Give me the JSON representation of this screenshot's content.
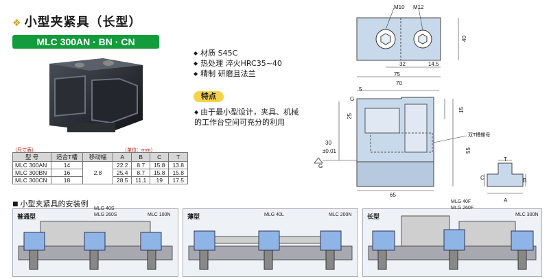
{
  "header": {
    "title": "小型夹紧具（长型）",
    "model_bar": "MLC 300AN · BN · CN"
  },
  "specs": [
    "材质  S45C",
    "热处理  淬火HRC35~40",
    "精制  研磨且法兰"
  ],
  "feature": {
    "tag": "特点",
    "text": "由于最小型设计，夹具、机械的工作台空间可充分的利用"
  },
  "table": {
    "size_label": "（尺寸表）",
    "unit_label": "（单位：mm）",
    "headers": [
      "型 号",
      "适合T槽",
      "移动幅",
      "A",
      "B",
      "C",
      "T"
    ],
    "move_range": "2.8",
    "rows": [
      {
        "model": "MLC 300AN",
        "slot": "14",
        "a": "22.2",
        "b": "8.7",
        "c": "15.8",
        "t": "13.8"
      },
      {
        "model": "MLC 300BN",
        "slot": "16",
        "a": "25.4",
        "b": "8.7",
        "c": "15.8",
        "t": "15.8"
      },
      {
        "model": "MLC 300CN",
        "slot": "18",
        "a": "28.5",
        "b": "11.1",
        "c": "19",
        "t": "17.5"
      }
    ]
  },
  "install": {
    "title": "小型夹紧具的安装例",
    "panels": [
      {
        "title": "普通型",
        "labels": [
          "MLG 40S",
          "MLG 260S",
          "MLC 100N"
        ]
      },
      {
        "title": "薄型",
        "labels": [
          "MLG 40L",
          "MLC 200N"
        ]
      },
      {
        "title": "长型",
        "labels": [
          "MLG 40F",
          "MLG 260F",
          "MLC 300N"
        ]
      }
    ]
  },
  "drawing": {
    "top_view": {
      "m10": "M10",
      "m12": "M12",
      "d40": "40",
      "d32": "32",
      "d14_5": "14.5",
      "d75": "75"
    },
    "front_view": {
      "d5": "5",
      "d70": "70",
      "d25": "25",
      "d15": "15",
      "d55": "55",
      "d30": "30",
      "tol": "±0.01",
      "d65": "65",
      "g": "G",
      "g_mark": "G",
      "nut_label": "双T槽螺母"
    },
    "nut_view": {
      "t": "T",
      "c": "C",
      "b": "B",
      "a": "A"
    }
  }
}
